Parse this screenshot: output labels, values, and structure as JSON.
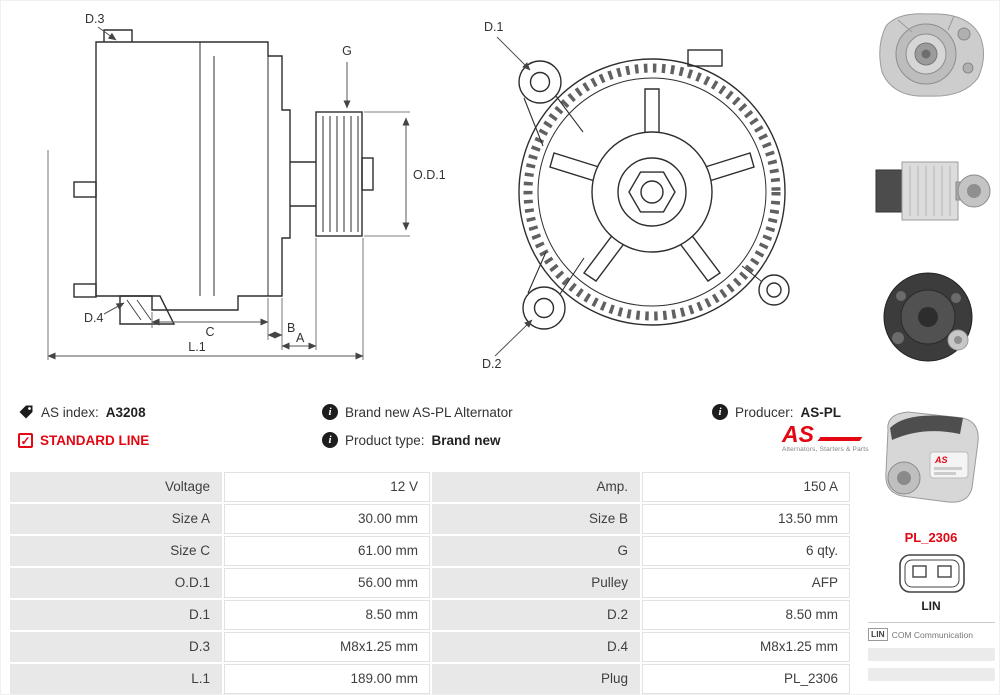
{
  "title": "AS A3208 Alternator datasheet",
  "colors": {
    "accent_red": "#e30613",
    "table_label_bg": "#e8e8e8",
    "table_border": "#e2e2e2",
    "drawing_line": "#2e2e2e",
    "text": "#3f3f3f"
  },
  "icons": {
    "info_glyph": "i",
    "check_glyph": "✓"
  },
  "info": {
    "as_index": {
      "label": "AS index:",
      "value": "A3208"
    },
    "standard_line": "STANDARD LINE",
    "brand_new": "Brand new AS-PL Alternator",
    "product_type": {
      "label": "Product type:",
      "value": "Brand new"
    },
    "producer": {
      "label": "Producer:",
      "value": "AS-PL"
    }
  },
  "logo": {
    "brand": "AS",
    "tagline": "Alternators, Starters & Parts"
  },
  "diagram": {
    "side": {
      "d3": "D.3",
      "g": "G",
      "od1": "O.D.1",
      "c": "C",
      "b": "B",
      "a": "A",
      "l1": "L.1",
      "d4": "D.4"
    },
    "front": {
      "d1": "D.1",
      "d2": "D.2"
    }
  },
  "sidebar": {
    "plug_code": "PL_2306",
    "plug_name": "LIN",
    "comm": {
      "badge": "LIN",
      "text": "COM Communication"
    }
  },
  "specs": {
    "rows": [
      {
        "l1": "Voltage",
        "v1": "12 V",
        "l2": "Amp.",
        "v2": "150 A"
      },
      {
        "l1": "Size A",
        "v1": "30.00 mm",
        "l2": "Size B",
        "v2": "13.50 mm"
      },
      {
        "l1": "Size C",
        "v1": "61.00 mm",
        "l2": "G",
        "v2": "6 qty."
      },
      {
        "l1": "O.D.1",
        "v1": "56.00 mm",
        "l2": "Pulley",
        "v2": "AFP"
      },
      {
        "l1": "D.1",
        "v1": "8.50 mm",
        "l2": "D.2",
        "v2": "8.50 mm"
      },
      {
        "l1": "D.3",
        "v1": "M8x1.25 mm",
        "l2": "D.4",
        "v2": "M8x1.25 mm"
      },
      {
        "l1": "L.1",
        "v1": "189.00 mm",
        "l2": "Plug",
        "v2": "PL_2306"
      }
    ]
  }
}
